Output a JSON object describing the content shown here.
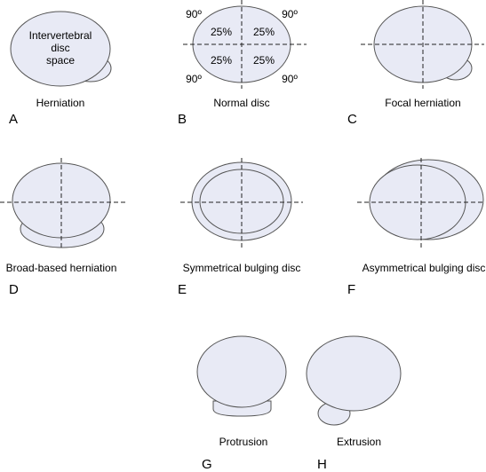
{
  "colors": {
    "disc_fill": "#e8eaf5",
    "disc_stroke": "#555555",
    "axis": "#222222"
  },
  "panels": {
    "a": {
      "letter": "A",
      "caption": "Herniation",
      "inner_lines": [
        "Intervertebral",
        "disc",
        "space"
      ]
    },
    "b": {
      "letter": "B",
      "caption": "Normal disc",
      "angles": [
        "90º",
        "90º",
        "90º",
        "90º"
      ],
      "quadrants": [
        "25%",
        "25%",
        "25%",
        "25%"
      ]
    },
    "c": {
      "letter": "C",
      "caption": "Focal herniation"
    },
    "d": {
      "letter": "D",
      "caption": "Broad-based herniation"
    },
    "e": {
      "letter": "E",
      "caption": "Symmetrical bulging disc"
    },
    "f": {
      "letter": "F",
      "caption": "Asymmetrical bulging disc"
    },
    "g": {
      "letter": "G",
      "caption": "Protrusion"
    },
    "h": {
      "letter": "H",
      "caption": "Extrusion"
    }
  }
}
